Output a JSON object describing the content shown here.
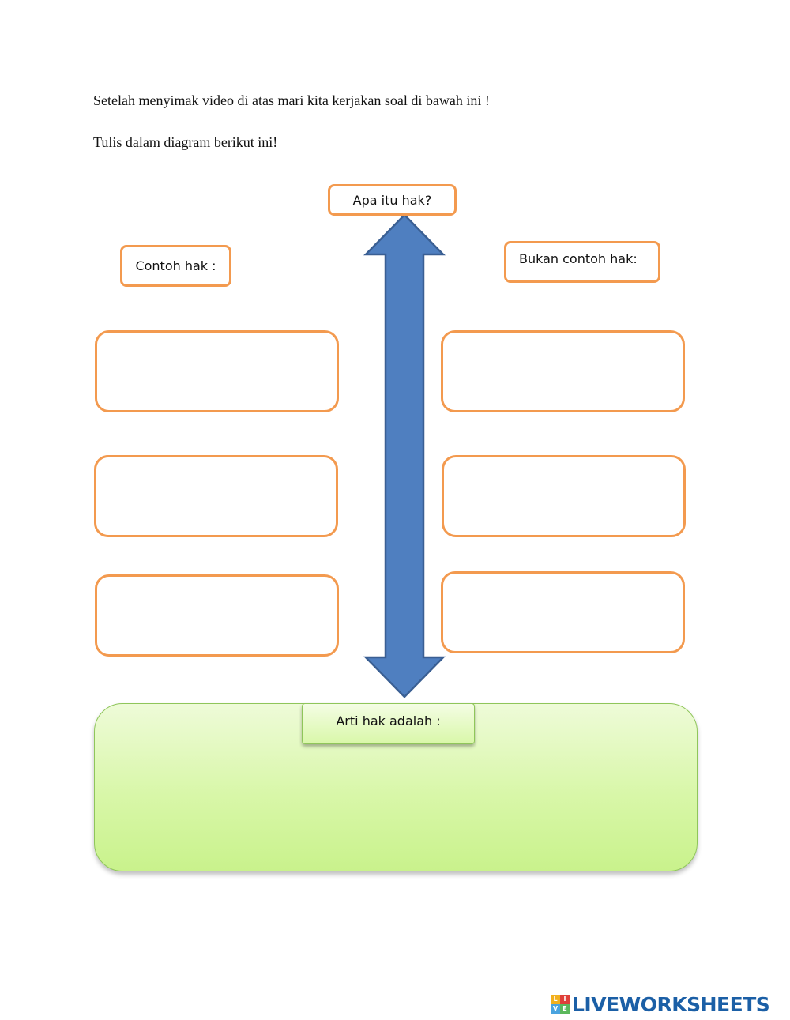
{
  "instructions": {
    "line1": "Setelah menyimak video di atas mari kita kerjakan soal di bawah ini !",
    "line2": "Tulis dalam diagram berikut ini!"
  },
  "diagram": {
    "center_title": "Apa itu hak?",
    "left_title": "Contoh hak :",
    "right_title": "Bukan contoh hak:",
    "definition_title": "Arti hak adalah :",
    "left_answers": [
      "",
      "",
      ""
    ],
    "right_answers": [
      "",
      "",
      ""
    ],
    "definition_answer": ""
  },
  "colors": {
    "box_border": "#f39a4f",
    "arrow_fill": "#4f7fc0",
    "arrow_stroke": "#3a5f93",
    "panel_green": "#d2f59c",
    "brand_blue": "#1b5fa6"
  },
  "icons": {
    "arrow": "double-headed-vertical-arrow",
    "brand_logo": "liveworksheets-logo"
  },
  "brand": {
    "name": "LIVEWORKSHEETS",
    "logo_letters": [
      "L",
      "I",
      "V",
      "E"
    ]
  }
}
